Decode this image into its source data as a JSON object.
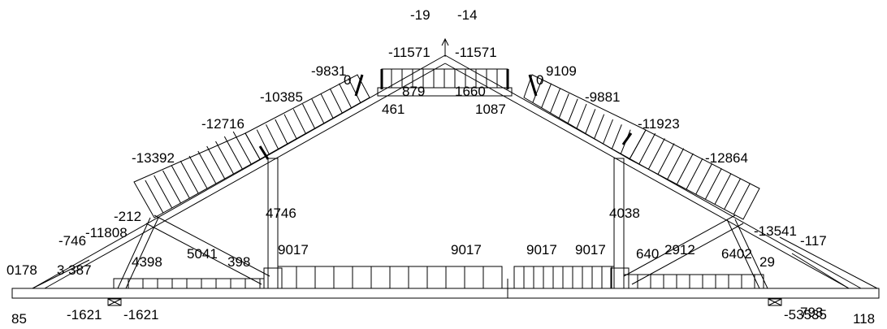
{
  "diagram": {
    "labels": {
      "apex_left_top": "-19",
      "apex_right_top": "-14",
      "apex_left": "-11571",
      "apex_right": "-11571",
      "rafter_left_1": "-9831",
      "rafter_left_1b": "0",
      "rafter_right_1": "9109",
      "rafter_right_1b": "0",
      "collar_left": "879",
      "collar_right": "1660",
      "collar_under_left": "461",
      "collar_under_right": "1087",
      "rafter_left_2": "-10385",
      "rafter_right_2": "-9881",
      "rafter_left_3": "-12716",
      "rafter_right_3": "-11923",
      "rafter_left_4": "-13392",
      "rafter_right_4": "-12864",
      "post_left": "4746",
      "post_right": "4038",
      "strut_left_a": "-212",
      "strut_left_b": "-746",
      "strut_left_c": "-11808",
      "strut_left_d": "5041",
      "strut_left_e": "398",
      "strut_left_f": "4398",
      "heel_left_a": "0178",
      "heel_left_b": "3 387",
      "tie_1": "9017",
      "tie_2": "9017",
      "tie_3": "9017",
      "tie_4": "9017",
      "strut_right_a": "640",
      "strut_right_b": "2912",
      "strut_right_c": "6402",
      "strut_right_d": "-13541",
      "strut_right_e": "-117",
      "strut_right_f": "29",
      "heel_right_a": "793",
      "bottom_left_edge": "85",
      "support_left_a": "-1621",
      "support_left_b": "-1621",
      "support_right_a": "-53535",
      "support_right_b": "118"
    }
  }
}
